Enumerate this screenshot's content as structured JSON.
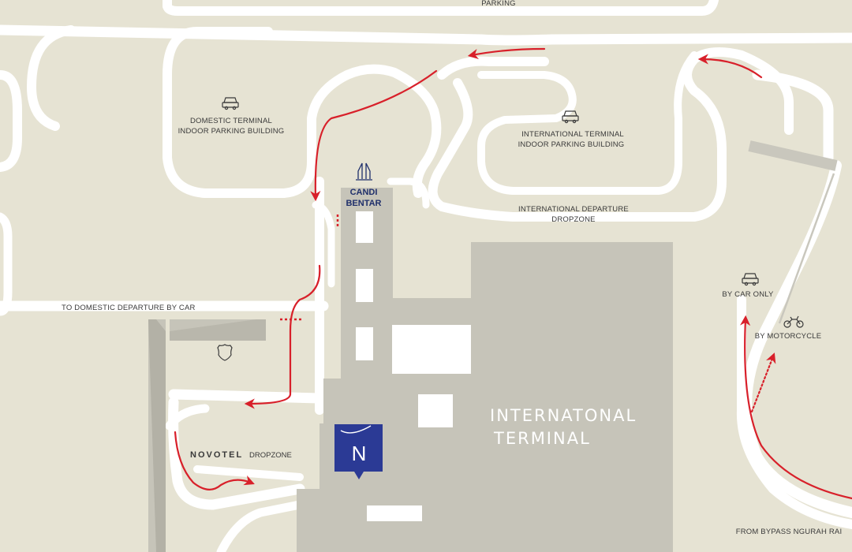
{
  "labels": {
    "parking_top": "PARKING",
    "domestic_parking_line1": "DOMESTIC TERMINAL",
    "domestic_parking_line2": "INDOOR PARKING BUILDING",
    "intl_parking_line1": "INTERNATIONAL TERMINAL",
    "intl_parking_line2": "INDOOR PARKING BUILDING",
    "candi_line1": "CANDI",
    "candi_line2": "BENTAR",
    "intl_departure_line1": "INTERNATIONAL DEPARTURE",
    "intl_departure_line2": "DROPZONE",
    "to_domestic": "TO DOMESTIC DEPARTURE BY CAR",
    "by_car_only": "BY CAR ONLY",
    "by_motorcycle": "BY MOTORCYCLE",
    "terminal_line1": "INTERNATONAL",
    "terminal_line2": "TERMINAL",
    "novotel_brand": "NOVOTEL",
    "novotel_dropzone": "DROPZONE",
    "from_bypass": "FROM BYPASS NGURAH RAI",
    "novotel_marker": "N"
  },
  "colors": {
    "background": "#e6e3d3",
    "road": "#ffffff",
    "building": "#c6c4b9",
    "building_dark": "#b3b1a6",
    "route_arrow": "#d8202a",
    "marker": "#2b3a95",
    "label_text": "#3a3a3a",
    "candi_text": "#1f2f6b"
  },
  "icons": [
    "car-icon",
    "motorcycle-icon",
    "shield-icon",
    "candi-bentar-icon",
    "novotel-marker-icon"
  ]
}
